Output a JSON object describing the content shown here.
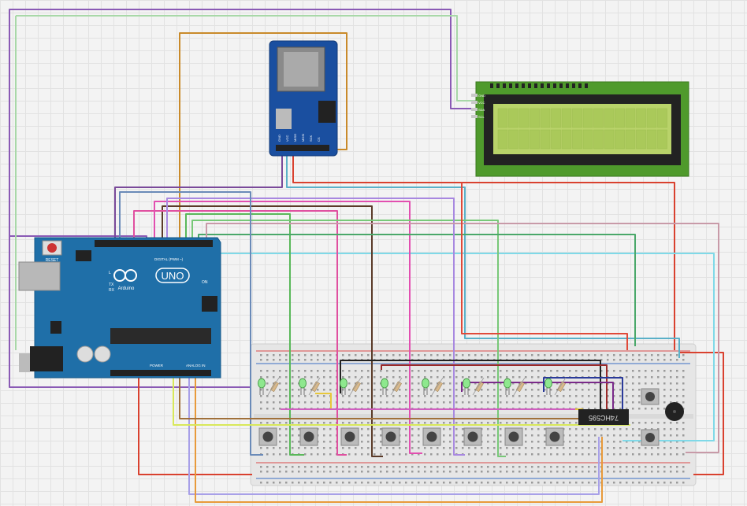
{
  "arduino": {
    "brand": "Arduino",
    "model": "UNO",
    "reset_label": "RESET",
    "on_label": "ON",
    "tx_label": "TX",
    "rx_label": "RX",
    "l_label": "L",
    "digital_label": "DIGITAL (PWM ~)",
    "power_label": "POWER",
    "analog_label": "ANALOG IN"
  },
  "lcd": {
    "pin_labels": [
      "GND",
      "VCC",
      "SDA",
      "SCL"
    ]
  },
  "sd_module": {
    "pin_labels": [
      "GND",
      "VCC",
      "MISO",
      "MOSI",
      "SCK",
      "CS"
    ]
  },
  "ic": {
    "label": "74HC595"
  },
  "colors": {
    "board_blue": "#1f6fa8",
    "lcd_green": "#4f9a2c",
    "lcd_screen": "#b9d36a",
    "sd_blue": "#1a4fa0",
    "breadboard": "#e9e9e9"
  }
}
